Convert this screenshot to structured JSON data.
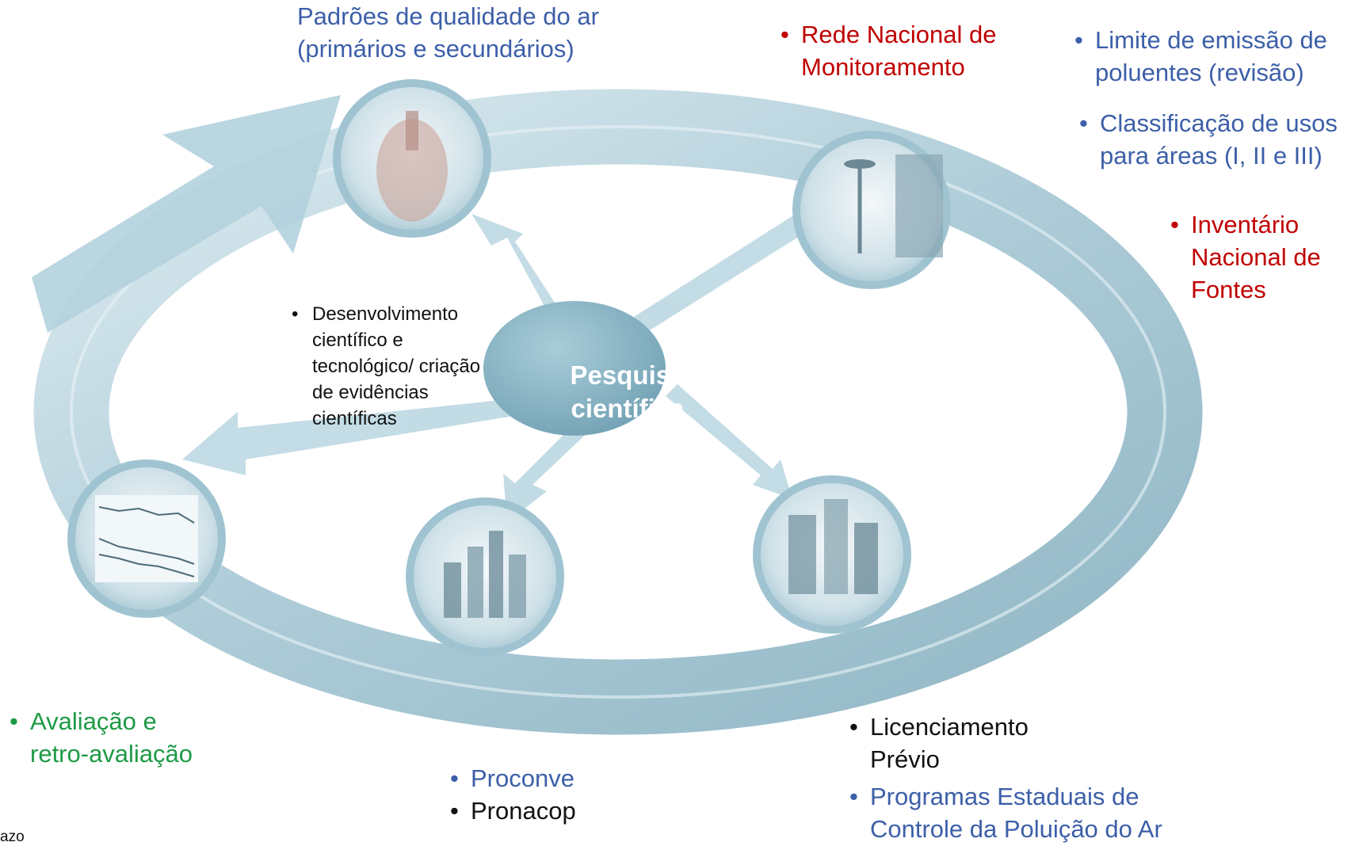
{
  "center": {
    "line1": "Pesquisa",
    "line2": "científica"
  },
  "labels": {
    "air_quality_standards": {
      "line1": "Padrões de qualidade do ar",
      "line2": "(primários e secundários)"
    },
    "monitoring_network": {
      "bullet": "•",
      "line1": "Rede Nacional de",
      "line2": "Monitoramento"
    },
    "emission_limits": {
      "bullet": "•",
      "line1": "Limite de emissão de",
      "line2": "poluentes (revisão)"
    },
    "area_classification": {
      "bullet": "•",
      "line1": "Classificação de usos",
      "line2": "para áreas (I, II e III)"
    },
    "source_inventory": {
      "bullet": "•",
      "line1": "Inventário",
      "line2": "Nacional de",
      "line3": "Fontes"
    },
    "scientific_development": {
      "bullet": "•",
      "line1": "Desenvolvimento",
      "line2": "científico e",
      "line3": "tecnológico/ criação",
      "line4": "de evidências",
      "line5": "científicas"
    },
    "evaluation": {
      "bullet": "•",
      "line1": "Avaliação e",
      "line2": "retro-avaliação"
    },
    "proconve": {
      "bullet": "•",
      "text": "Proconve"
    },
    "pronacop": {
      "bullet": "•",
      "text": "Pronacop"
    },
    "licensing": {
      "bullet": "•",
      "line1": "Licenciamento",
      "line2": "Prévio"
    },
    "state_programs": {
      "bullet": "•",
      "line1": "Programas Estaduais de",
      "line2": "Controle da Poluição do Ar"
    }
  },
  "footer": {
    "text": "azo"
  },
  "colors": {
    "ring": "#8fb9c7",
    "ring_light": "#c9e0e8",
    "node_fill": "#a9ccd8",
    "center_fill": "#8bb4c4",
    "blue_text": "#3c5fa8",
    "red_text": "#c00000",
    "green_text": "#1e9a45"
  },
  "nodes": [
    {
      "name": "respiratory-system-image"
    },
    {
      "name": "monitoring-station-image"
    },
    {
      "name": "industrial-city-image"
    },
    {
      "name": "city-skyline-image"
    },
    {
      "name": "trend-chart-image"
    }
  ]
}
